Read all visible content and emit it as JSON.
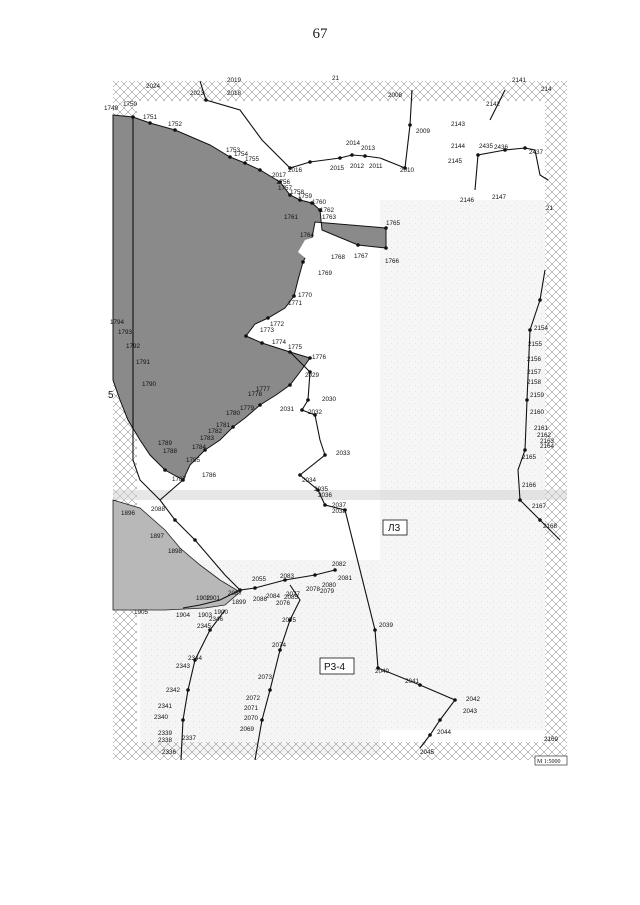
{
  "page": {
    "number": "67"
  },
  "map": {
    "zones": [
      {
        "id": "l3",
        "label": "Л3"
      },
      {
        "id": "r34",
        "label": "Р3-4"
      }
    ],
    "edge_labels": {
      "left": "5",
      "top": "21",
      "right": "21"
    },
    "scale_label": "М 1:5000",
    "point_labels": [
      "2024",
      "2019",
      "2023",
      "2018",
      "21",
      "2008",
      "2141",
      "214",
      "2009",
      "2142",
      "2143",
      "2144",
      "2145",
      "2435",
      "2436",
      "2437",
      "2146",
      "2147",
      "1749",
      "1750",
      "1751",
      "1752",
      "1753",
      "1754",
      "1755",
      "1756",
      "1757",
      "1758",
      "1759",
      "1760",
      "1761",
      "1762",
      "1763",
      "1764",
      "1765",
      "1766",
      "1767",
      "1768",
      "1769",
      "1770",
      "1771",
      "1772",
      "1773",
      "1774",
      "1775",
      "1776",
      "2016",
      "2017",
      "2015",
      "2014",
      "2013",
      "2012",
      "2011",
      "2010",
      "1794",
      "1793",
      "1792",
      "1791",
      "1790",
      "1789",
      "1788",
      "1787",
      "1786",
      "1785",
      "1784",
      "1783",
      "1782",
      "1781",
      "1780",
      "1779",
      "1778",
      "1777",
      "2029",
      "2030",
      "2031",
      "2032",
      "2033",
      "2034",
      "2035",
      "2036",
      "2037",
      "2038",
      "1896",
      "1897",
      "1898",
      "2088",
      "2055",
      "2086",
      "2087",
      "2083",
      "2084",
      "2085",
      "2082",
      "2081",
      "2080",
      "2079",
      "2078",
      "2077",
      "2076",
      "2075",
      "2074",
      "2073",
      "2072",
      "2071",
      "2070",
      "2069",
      "1899",
      "1900",
      "1901",
      "1902",
      "1903",
      "1904",
      "1905",
      "2346",
      "2345",
      "2344",
      "2343",
      "2342",
      "2341",
      "2340",
      "2339",
      "2338",
      "2337",
      "2336",
      "2039",
      "2040",
      "2041",
      "2042",
      "2043",
      "2044",
      "2045",
      "2154",
      "2155",
      "2156",
      "2157",
      "2158",
      "2159",
      "2160",
      "2161",
      "2162",
      "2163",
      "2164",
      "2165",
      "2166",
      "2167",
      "2168",
      "2169"
    ]
  }
}
